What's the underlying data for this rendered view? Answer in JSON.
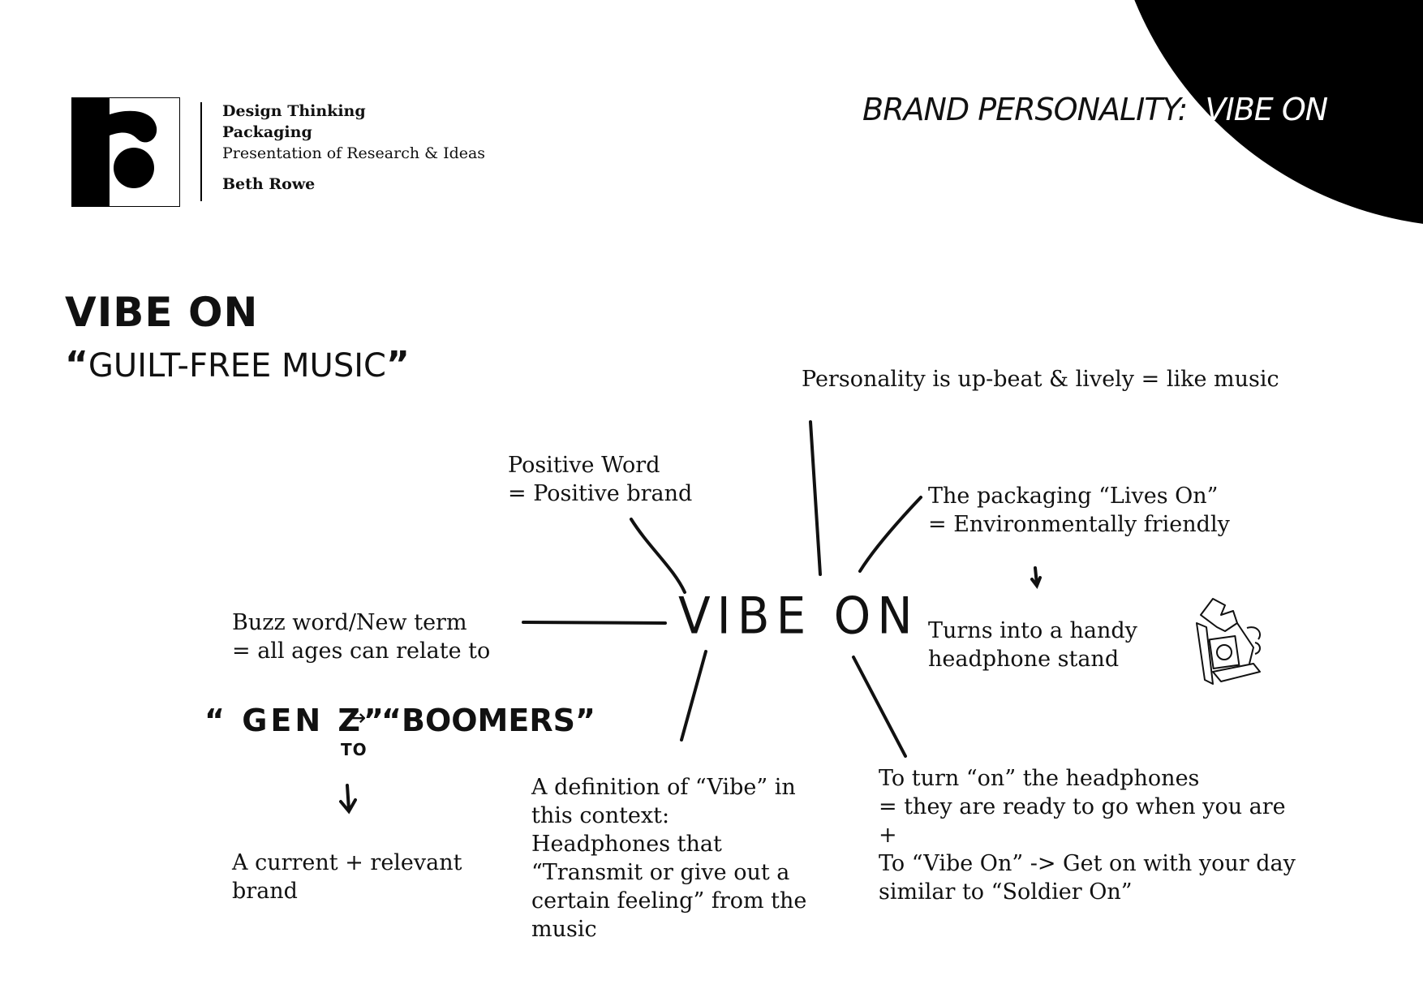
{
  "header": {
    "course_title": "Design Thinking",
    "module": "Packaging",
    "description": "Presentation of Research & Ideas",
    "author": "Beth Rowe"
  },
  "section_heading": {
    "prefix": "BRAND PERSONALITY:",
    "name": "VIBE ON"
  },
  "title": "VIBE ON",
  "subtitle": {
    "open_quote": "“",
    "text": "GUILT-FREE MUSIC",
    "close_quote": "”"
  },
  "mind_map": {
    "center": "VIBE ON",
    "notes": {
      "personality": "Personality is up-beat & lively = like music",
      "positive": [
        "Positive Word",
        "= Positive brand"
      ],
      "packaging": [
        "The packaging “Lives On”",
        "= Environmentally friendly"
      ],
      "stand": [
        "Turns into a handy",
        "headphone stand"
      ],
      "buzz": [
        "Buzz word/New term",
        "= all ages can relate to"
      ],
      "current": [
        "A current + relevant",
        "brand"
      ],
      "definition": [
        "A definition of “Vibe” in",
        "this context:",
        "Headphones that",
        "“Transmit or give out a",
        "certain feeling” from the",
        "music"
      ],
      "turn_on": [
        "To turn “on” the headphones",
        "= they are ready to go when you are",
        "+",
        "To “Vibe On” -> Get on with your day",
        "similar to “Soldier On”"
      ]
    },
    "handwritten": {
      "genz": "“ GEN Z”",
      "arrow": "→",
      "to": "TO",
      "boomers": "“BOOMERS”"
    }
  },
  "colors": {
    "ink": "#111111",
    "accent_circle": "#000000",
    "background": "#ffffff"
  },
  "icons": [
    "logo-r-mark",
    "headphone-stand-sketch",
    "down-arrow"
  ]
}
